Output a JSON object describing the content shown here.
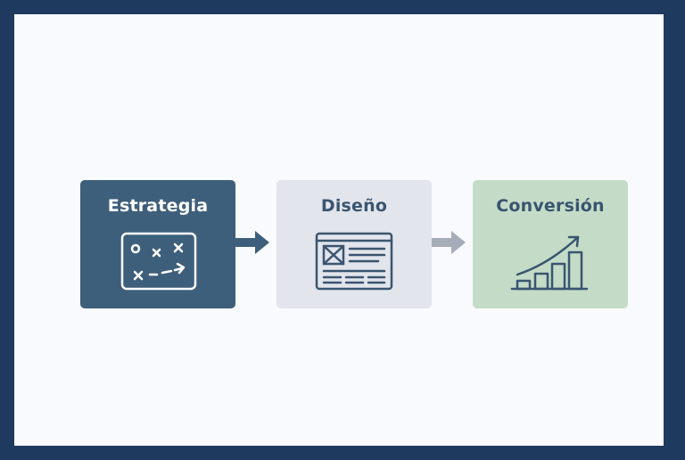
{
  "steps": [
    {
      "label": "Estrategia",
      "icon": "strategy-playbook-icon",
      "color": "#3e5f7b"
    },
    {
      "label": "Diseño",
      "icon": "webpage-layout-icon",
      "color": "#e2e5eb"
    },
    {
      "label": "Conversión",
      "icon": "growth-bar-chart-icon",
      "color": "#c4dcc7"
    }
  ],
  "arrows": [
    {
      "color": "#3e5f7b"
    },
    {
      "color": "#a7adb8"
    }
  ],
  "colors": {
    "frame": "#1e3a5f",
    "background": "#f8fafd",
    "icon_stroke_dark": "#3a5570"
  }
}
